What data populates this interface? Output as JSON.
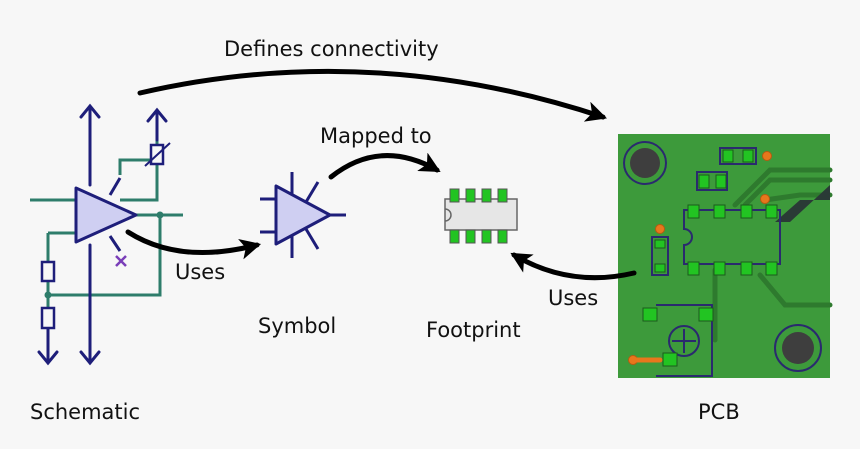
{
  "labels": {
    "defines_connectivity": "Defines connectivity",
    "mapped_to": "Mapped to",
    "uses_symbol": "Uses",
    "uses_footprint": "Uses",
    "symbol": "Symbol",
    "footprint": "Footprint",
    "schematic": "Schematic",
    "pcb": "PCB"
  },
  "colors": {
    "wire": "#2e7d6b",
    "symbol_stroke": "#1e1e7a",
    "symbol_fill": "#cfcff2",
    "board": "#3d9a3b",
    "board_trace": "#2e7a2e",
    "pad_green": "#22c422",
    "pad_orange": "#e8771c",
    "silkscreen": "#2a2a6e",
    "footprint_body": "#e6e6e6",
    "arrow": "#000000"
  }
}
